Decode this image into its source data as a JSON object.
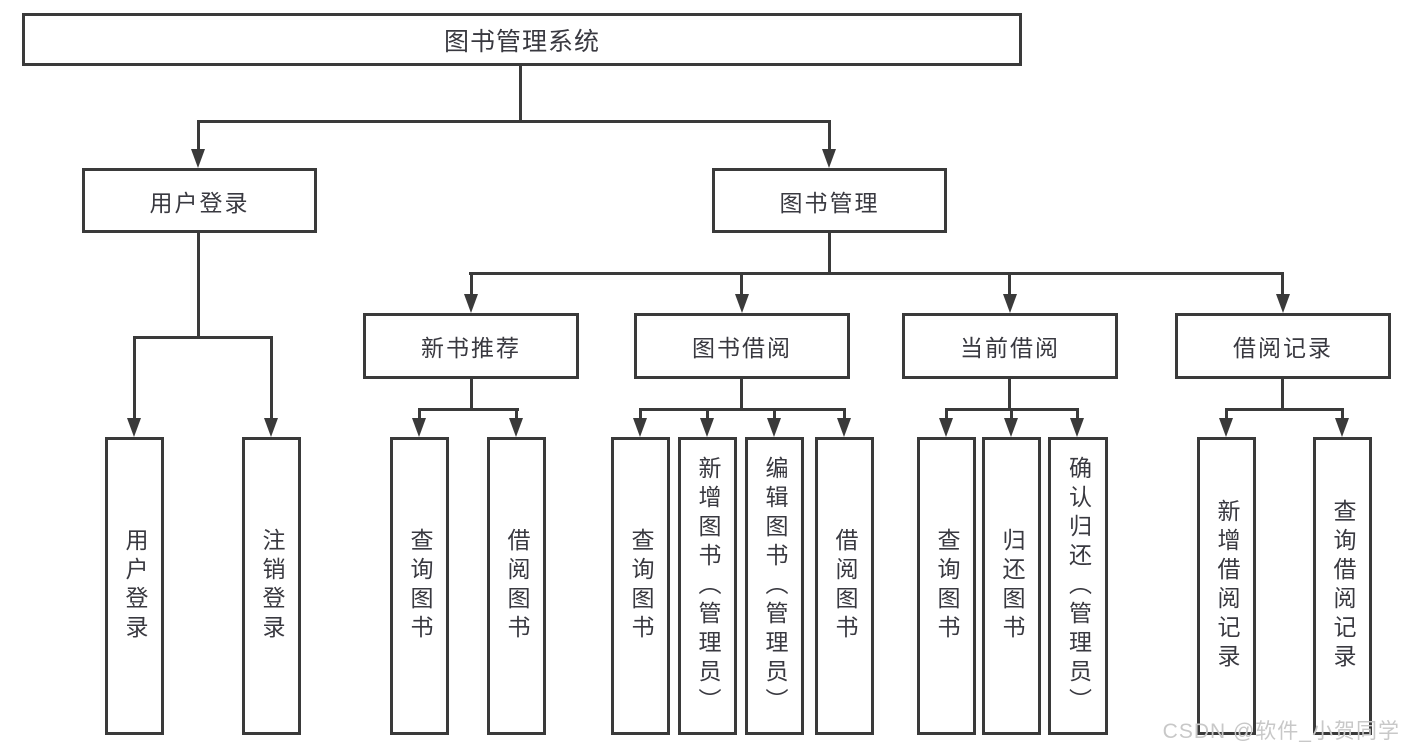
{
  "tree": {
    "root": {
      "label": "图书管理系统"
    },
    "level2": [
      {
        "label": "用户登录"
      },
      {
        "label": "图书管理"
      }
    ],
    "level3": [
      {
        "label": "新书推荐"
      },
      {
        "label": "图书借阅"
      },
      {
        "label": "当前借阅"
      },
      {
        "label": "借阅记录"
      }
    ],
    "leaves": [
      {
        "label": "用户登录",
        "parent": "用户登录"
      },
      {
        "label": "注销登录",
        "parent": "用户登录"
      },
      {
        "label": "查询图书",
        "parent": "新书推荐"
      },
      {
        "label": "借阅图书",
        "parent": "新书推荐"
      },
      {
        "label": "查询图书",
        "parent": "图书借阅"
      },
      {
        "label": "新增图书（管理员）",
        "parent": "图书借阅"
      },
      {
        "label": "编辑图书（管理员）",
        "parent": "图书借阅"
      },
      {
        "label": "借阅图书",
        "parent": "图书借阅"
      },
      {
        "label": "查询图书",
        "parent": "当前借阅"
      },
      {
        "label": "归还图书",
        "parent": "当前借阅"
      },
      {
        "label": "确认归还（管理员）",
        "parent": "当前借阅"
      },
      {
        "label": "新增借阅记录",
        "parent": "借阅记录"
      },
      {
        "label": "查询借阅记录",
        "parent": "借阅记录"
      }
    ]
  },
  "watermark": "CSDN @软件_小贺同学",
  "colors": {
    "line": "#3a3a3a",
    "text": "#393940",
    "watermark": "#c8c8c8",
    "background": "#ffffff"
  }
}
